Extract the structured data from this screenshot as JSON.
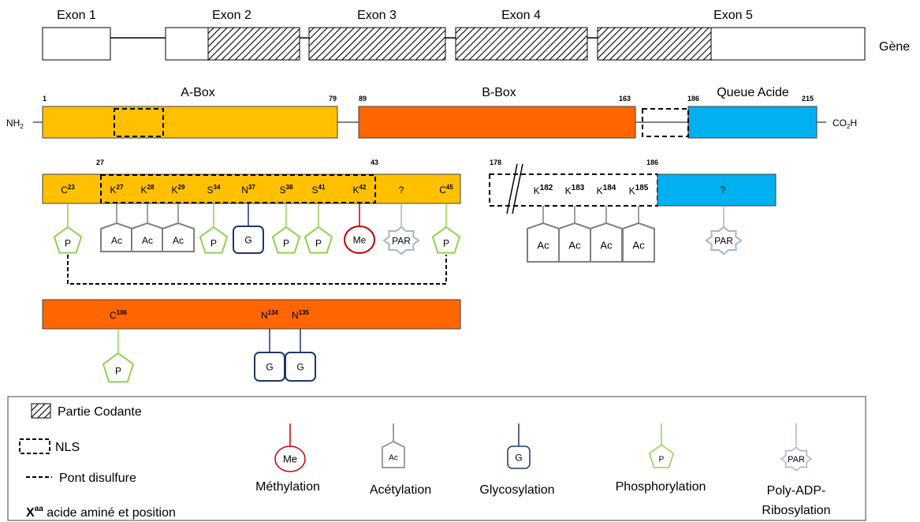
{
  "gene": {
    "exons": [
      "Exon 1",
      "Exon 2",
      "Exon 3",
      "Exon 4",
      "Exon 5"
    ],
    "label": "Gène"
  },
  "protein": {
    "n_term": "NH",
    "n_term_sub": "2",
    "c_term": "CO",
    "c_term_sub": "2",
    "c_term_tail": "H",
    "abox_label": "A-Box",
    "bbox_label": "B-Box",
    "acid_label": "Queue Acide",
    "positions": [
      "1",
      "79",
      "89",
      "163",
      "186",
      "215"
    ]
  },
  "abox_detail": {
    "pos_start": "27",
    "pos_end": "43",
    "residues": [
      {
        "aa": "C",
        "num": "23"
      },
      {
        "aa": "K",
        "num": "27"
      },
      {
        "aa": "K",
        "num": "28"
      },
      {
        "aa": "K",
        "num": "29"
      },
      {
        "aa": "S",
        "num": "34"
      },
      {
        "aa": "N",
        "num": "37"
      },
      {
        "aa": "S",
        "num": "38"
      },
      {
        "aa": "S",
        "num": "41"
      },
      {
        "aa": "K",
        "num": "42"
      },
      {
        "aa": "?",
        "num": ""
      },
      {
        "aa": "C",
        "num": "45"
      }
    ],
    "mods": [
      "P",
      "Ac",
      "Ac",
      "Ac",
      "P",
      "G",
      "P",
      "P",
      "Me",
      "PAR",
      "P"
    ]
  },
  "acid_detail": {
    "pos_start": "178",
    "pos_end": "186",
    "residues": [
      {
        "aa": "K",
        "num": "182"
      },
      {
        "aa": "K",
        "num": "183"
      },
      {
        "aa": "K",
        "num": "184"
      },
      {
        "aa": "K",
        "num": "185"
      }
    ],
    "acid_q": "?",
    "mods": [
      "Ac",
      "Ac",
      "Ac",
      "Ac",
      "PAR"
    ]
  },
  "bbox_detail": {
    "residues": [
      {
        "aa": "C",
        "num": "106"
      },
      {
        "aa": "N",
        "num": "134"
      },
      {
        "aa": "N",
        "num": "135"
      }
    ],
    "mods": [
      "P",
      "G",
      "G"
    ]
  },
  "legend": {
    "coding": "Partie Codante",
    "nls": "NLS",
    "disulfide": "Pont disulfure",
    "aa_symbol": "X",
    "aa_sup": "aa",
    "aa_text": " acide aminé et position",
    "methylation": "Méthylation",
    "acetylation": "Acétylation",
    "glycosylation": "Glycosylation",
    "phosphorylation": "Phosphorylation",
    "parylation_line1": "Poly-ADP-",
    "parylation_line2": "Ribosylation",
    "badge_me": "Me",
    "badge_ac": "Ac",
    "badge_g": "G",
    "badge_p": "P",
    "badge_par": "PAR"
  },
  "colors": {
    "abox": "#FFC000",
    "bbox": "#FF6600",
    "acid": "#00B0F0",
    "phospho": "#92D050",
    "acetyl": "#7F7F7F",
    "glyco": "#1F3864",
    "methyl": "#C00000",
    "par": "#A6B4C8"
  }
}
